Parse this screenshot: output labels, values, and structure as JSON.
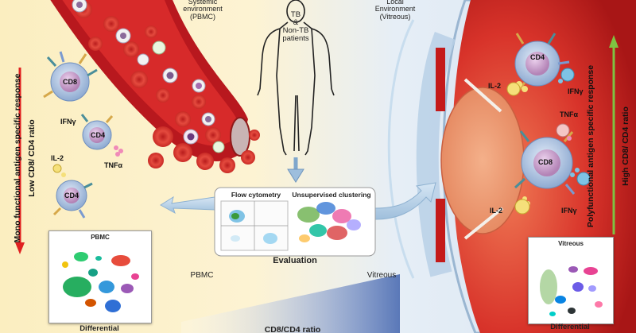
{
  "top_left": {
    "systemic": "Systemic\nenvironment\n(PBMC)"
  },
  "patients": {
    "label": "TB\n&\nNon-TB\npatients"
  },
  "top_right": {
    "local": "Local\nEnvironment\n(Vitreous)"
  },
  "left_axis": {
    "mono": "Mono functional antigen specific response",
    "low": "Low CD8/ CD4 ratio"
  },
  "right_axis": {
    "poly": "Polyfunctional antigen specific response",
    "high": "High CD8/ CD4 ratio"
  },
  "cells_left": {
    "cd8": "CD8",
    "ifng": "IFNγ",
    "cd4a": "CD4",
    "tnfa": "TNFα",
    "il2": "IL-2",
    "cd4b": "CD4"
  },
  "cells_right": {
    "cd4": "CD4",
    "il2a": "IL-2",
    "ifnga": "IFNγ",
    "tnfa": "TNFα",
    "cd8": "CD8",
    "il2b": "IL-2",
    "ifngb": "IFNγ"
  },
  "evaluation": {
    "flow": "Flow cytometry",
    "clustering": "Unsupervised clustering",
    "title": "Evaluation"
  },
  "pbmc_panel": {
    "title": "PBMC",
    "caption": "Differential"
  },
  "vitreous_panel": {
    "title": "Vitreous",
    "caption": "Differential"
  },
  "bottom": {
    "pbmc": "PBMC",
    "vitreous": "Vitreous",
    "ratio": "CD8/CD4 ratio"
  },
  "colors": {
    "vessel": "#b8181e",
    "rbc": "#e2403a",
    "eye": "#d63a2a",
    "left_arrow": "#e02020",
    "right_arrow": "#7fc241",
    "cell_body": "#9fb9da",
    "nucleus": "#c79ac6"
  }
}
